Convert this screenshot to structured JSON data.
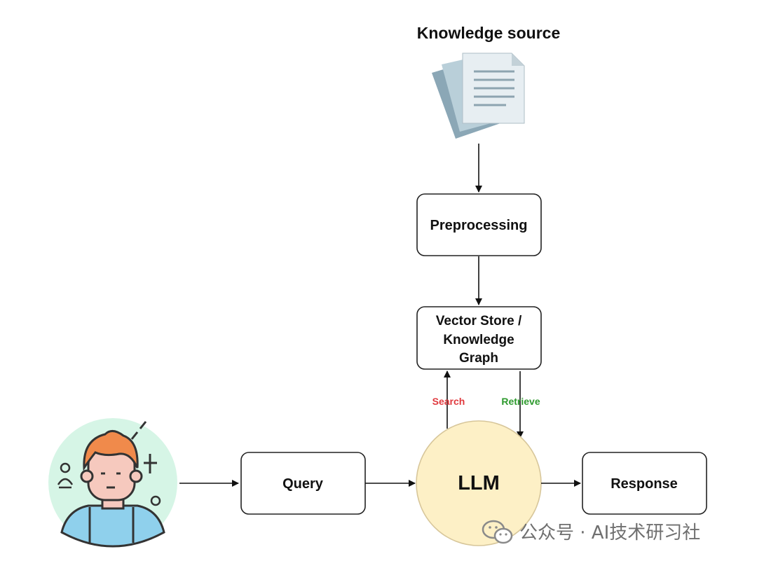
{
  "diagram": {
    "title": "Knowledge source",
    "nodes": {
      "preprocessing": "Preprocessing",
      "vector_store_line1": "Vector Store /",
      "vector_store_line2": "Knowledge",
      "vector_store_line3": "Graph",
      "query": "Query",
      "llm": "LLM",
      "response": "Response"
    },
    "edges": {
      "search": "Search",
      "retrieve": "Retrieve"
    },
    "icons": {
      "documents": "documents-icon",
      "user": "user-avatar-icon"
    },
    "colors": {
      "search": "#e0393e",
      "retrieve": "#2e9a2e",
      "llm_fill": "#fdf0c6",
      "avatar_bg": "#d6f5e6"
    }
  },
  "watermark": {
    "text": "公众号 · AI技术研习社"
  }
}
